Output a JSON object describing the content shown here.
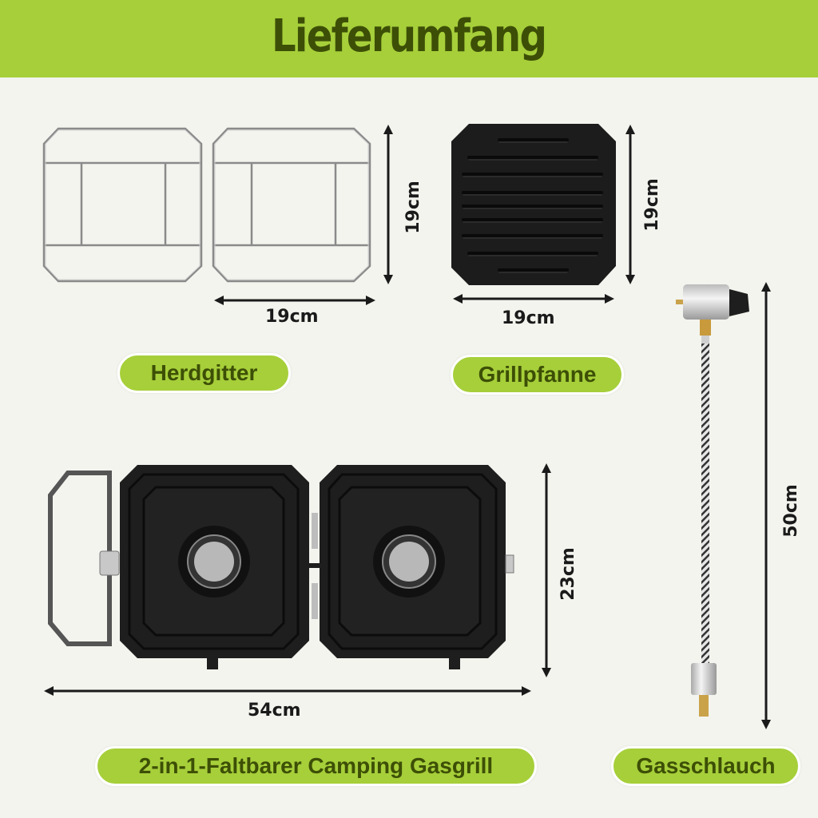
{
  "header": {
    "title": "Lieferumfang"
  },
  "colors": {
    "accent": "#a6cf3a",
    "text_dark": "#3d4f06",
    "background": "#f3f4ee",
    "product_black": "#1c1c1c"
  },
  "items": [
    {
      "label": "Herdgitter",
      "dimensions": {
        "width": "19cm",
        "height": "19cm"
      },
      "quantity_shown": 2
    },
    {
      "label": "Grillpfanne",
      "dimensions": {
        "width": "19cm",
        "height": "19cm"
      }
    },
    {
      "label": "2-in-1-Faltbarer Camping Gasgrill",
      "dimensions": {
        "width": "54cm",
        "height": "23cm"
      }
    },
    {
      "label": "Gasschlauch",
      "dimensions": {
        "length": "50cm"
      }
    }
  ]
}
